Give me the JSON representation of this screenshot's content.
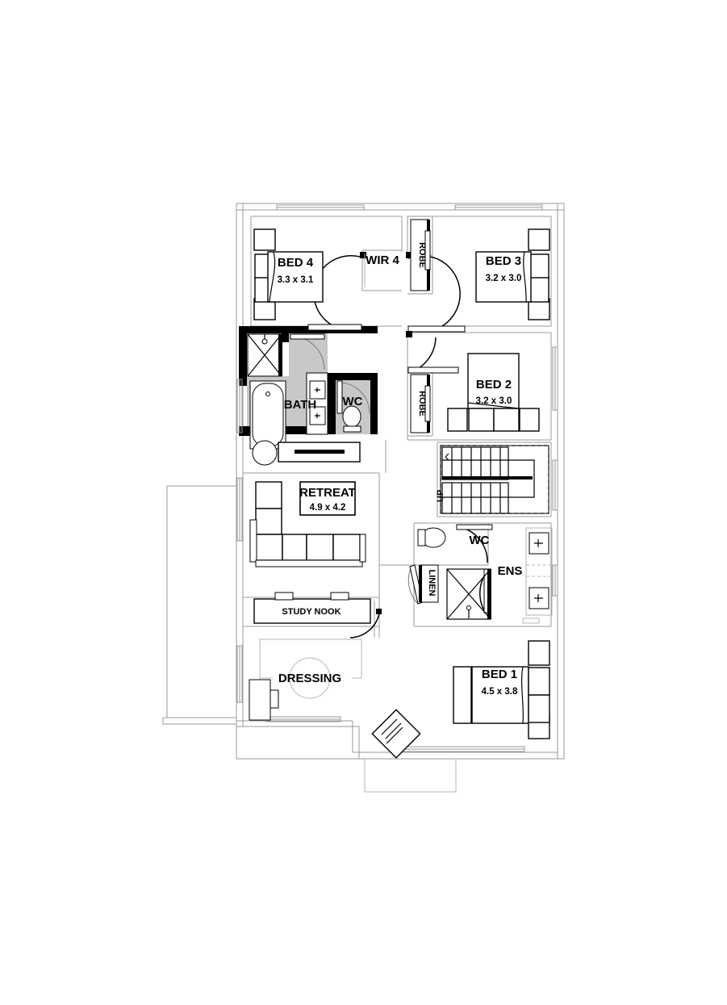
{
  "document": {
    "type": "floor-plan",
    "level": "first-floor",
    "background_color": "#ffffff",
    "line_color": "#000000",
    "wet_area_fill": "#c8c8c8"
  },
  "rooms": [
    {
      "id": "bed4",
      "name": "BED 4",
      "dimensions": "3.3 x 3.1",
      "boxed": false
    },
    {
      "id": "wir4",
      "name": "WIR 4",
      "dimensions": "",
      "boxed": false
    },
    {
      "id": "robe_top",
      "name": "ROBE",
      "dimensions": "",
      "boxed": false
    },
    {
      "id": "bed3",
      "name": "BED 3",
      "dimensions": "3.2 x 3.0",
      "boxed": false
    },
    {
      "id": "bath",
      "name": "BATH",
      "dimensions": "",
      "boxed": false
    },
    {
      "id": "wc_up",
      "name": "WC",
      "dimensions": "",
      "boxed": false
    },
    {
      "id": "robe_mid",
      "name": "ROBE",
      "dimensions": "",
      "boxed": false
    },
    {
      "id": "bed2",
      "name": "BED 2",
      "dimensions": "3.2 x 3.0",
      "boxed": false
    },
    {
      "id": "retreat",
      "name": "RETREAT",
      "dimensions": "4.9 x 4.2",
      "boxed": true
    },
    {
      "id": "wc_low",
      "name": "WC",
      "dimensions": "",
      "boxed": false
    },
    {
      "id": "linen",
      "name": "LINEN",
      "dimensions": "",
      "boxed": false
    },
    {
      "id": "ens",
      "name": "ENS",
      "dimensions": "",
      "boxed": false
    },
    {
      "id": "study",
      "name": "STUDY NOOK",
      "dimensions": "",
      "boxed": false
    },
    {
      "id": "dressing",
      "name": "DRESSING",
      "dimensions": "",
      "boxed": false
    },
    {
      "id": "bed1",
      "name": "BED 1",
      "dimensions": "4.5 x 3.8",
      "boxed": false
    }
  ],
  "labels": {
    "bed4_name": "BED 4",
    "bed4_dim": "3.3 x 3.1",
    "wir4_name": "WIR 4",
    "robe_top_name": "ROBE",
    "bed3_name": "BED 3",
    "bed3_dim": "3.2 x 3.0",
    "bath_name": "BATH",
    "wc_up_name": "WC",
    "robe_mid_name": "ROBE",
    "bed2_name": "BED 2",
    "bed2_dim": "3.2 x 3.0",
    "retreat_name": "RETREAT",
    "retreat_dim": "4.9 x 4.2",
    "wc_low_name": "WC",
    "linen_name": "LINEN",
    "ens_name": "ENS",
    "study_name": "STUDY NOOK",
    "dressing_name": "DRESSING",
    "bed1_name": "BED 1",
    "bed1_dim": "4.5 x 3.8"
  }
}
